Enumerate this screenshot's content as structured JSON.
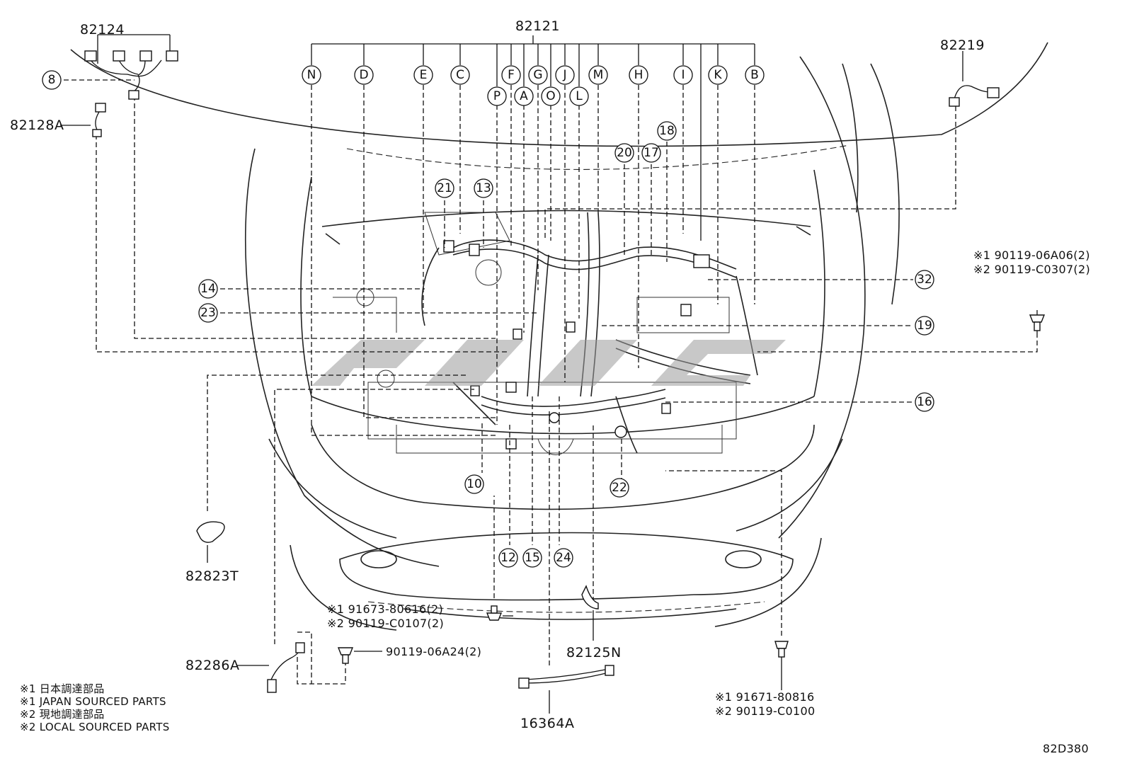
{
  "part_numbers": {
    "harness_main": "82121",
    "harness_82124": "82124",
    "harness_82128A": "82128A",
    "harness_82219": "82219",
    "part_82823T": "82823T",
    "part_82286A": "82286A",
    "part_82125N": "82125N",
    "part_16364A": "16364A"
  },
  "letter_callouts": [
    "N",
    "D",
    "E",
    "C",
    "F",
    "G",
    "J",
    "M",
    "H",
    "I",
    "K",
    "B",
    "P",
    "A",
    "O",
    "L"
  ],
  "number_callouts": {
    "c8": "8",
    "c21": "21",
    "c13": "13",
    "c14": "14",
    "c23": "23",
    "c18": "18",
    "c20": "20",
    "c17": "17",
    "c32": "32",
    "c19": "19",
    "c16": "16",
    "c10": "10",
    "c22": "22",
    "c12": "12",
    "c15": "15",
    "c24": "24"
  },
  "bolts": {
    "right_upper_1": "※1 90119-06A06(2)",
    "right_upper_2": "※2 90119-C0307(2)",
    "center_1": "※1 91673-80616(2)",
    "center_2": "※2 90119-C0107(2)",
    "lower_left": "90119-06A24(2)",
    "lower_right_1": "※1 91671-80816",
    "lower_right_2": "※2 90119-C0100"
  },
  "legend": [
    "※1 日本調達部品",
    "※1 JAPAN SOURCED PARTS",
    "※2 現地調達部品",
    "※2 LOCAL SOURCED PARTS"
  ],
  "figure_code": "82D380"
}
